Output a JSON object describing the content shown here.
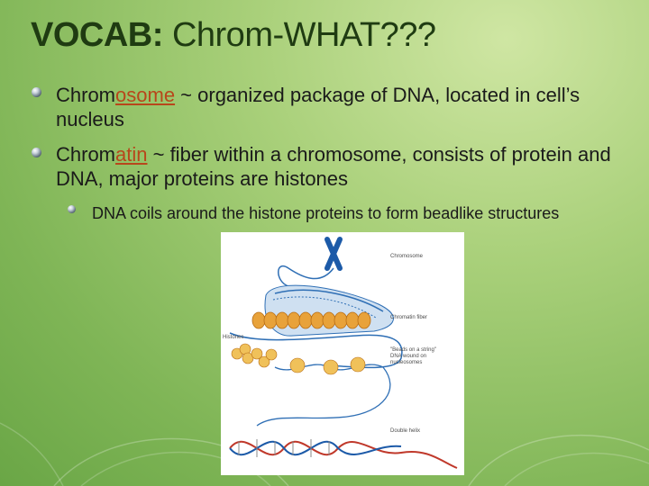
{
  "slide": {
    "title_bold": "VOCAB:",
    "title_rest": " Chrom-WHAT???",
    "bullets": [
      {
        "pre": "Chrom",
        "highlight": "osome",
        "post": " ~ organized package of DNA, located in cell’s nucleus"
      },
      {
        "pre": "Chrom",
        "highlight": "atin",
        "post": " ~  fiber within a chromosome, consists of protein and DNA, major proteins are histones"
      }
    ],
    "sub_bullet": "DNA coils around the histone proteins to form beadlike structures"
  },
  "diagram": {
    "labels": {
      "chromosome": "Chromosome",
      "chromatin_fiber": "Chromatin fiber",
      "histones": "Histones",
      "beads_line1": "\"Beads on a string\"",
      "beads_line2": "DNA wound on",
      "beads_line3": "nucleosomes",
      "double_helix": "Double helix"
    }
  },
  "colors": {
    "title": "#1f3b12",
    "highlight": "#b8461b",
    "background_light": "#cfe6a3",
    "background_dark": "#6aa646"
  }
}
